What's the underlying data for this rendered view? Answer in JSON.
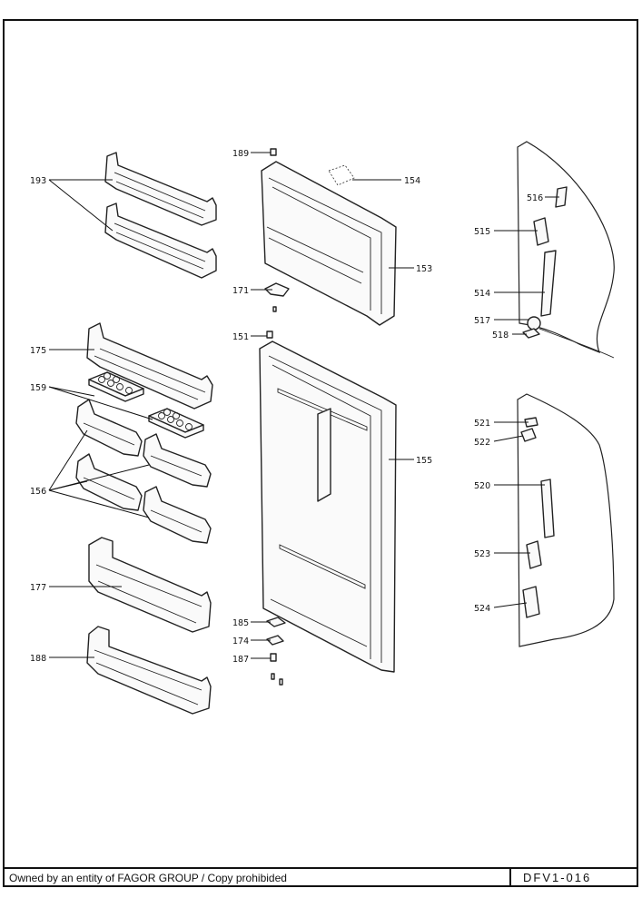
{
  "labels": {
    "p189": "189",
    "p154": "154",
    "p153": "153",
    "p171": "171",
    "p151": "151",
    "p155": "155",
    "p185": "185",
    "p174": "174",
    "p187": "187",
    "p193": "193",
    "p175": "175",
    "p159": "159",
    "p156": "156",
    "p177": "177",
    "p188": "188",
    "p516": "516",
    "p515": "515",
    "p514": "514",
    "p517": "517",
    "p518": "518",
    "p521": "521",
    "p522": "522",
    "p520": "520",
    "p523": "523",
    "p524": "524"
  },
  "footer": {
    "owner": "Owned by an entity of FAGOR GROUP / Copy prohibided",
    "code": "DFV1-016"
  }
}
